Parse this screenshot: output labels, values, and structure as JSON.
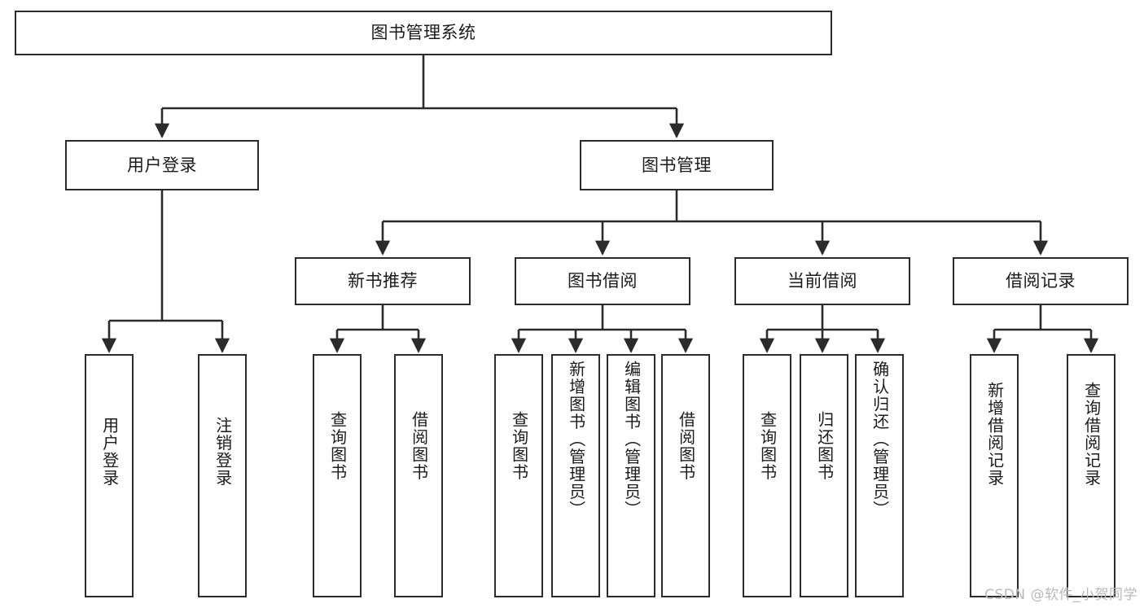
{
  "diagram": {
    "title": "图书管理系统",
    "type": "hierarchy-tree",
    "root": {
      "label": "图书管理系统"
    },
    "level2": [
      {
        "label": "用户登录"
      },
      {
        "label": "图书管理"
      }
    ],
    "level3": [
      {
        "label": "新书推荐"
      },
      {
        "label": "图书借阅"
      },
      {
        "label": "当前借阅"
      },
      {
        "label": "借阅记录"
      }
    ],
    "leaves": {
      "user_login": [
        {
          "label": "用户登录"
        },
        {
          "label": "注销登录"
        }
      ],
      "new_book_recommend": [
        {
          "label": "查询图书"
        },
        {
          "label": "借阅图书"
        }
      ],
      "book_borrow": [
        {
          "label": "查询图书"
        },
        {
          "label": "新增图书（管理员）"
        },
        {
          "label": "编辑图书（管理员）"
        },
        {
          "label": "借阅图书"
        }
      ],
      "current_borrow": [
        {
          "label": "查询图书"
        },
        {
          "label": "归还图书"
        },
        {
          "label": "确认归还（管理员）"
        }
      ],
      "borrow_record": [
        {
          "label": "新增借阅记录"
        },
        {
          "label": "查询借阅记录"
        }
      ]
    }
  },
  "watermark": {
    "text": "CSDN @软件_小贺同学"
  },
  "colors": {
    "border": "#2b2b2b",
    "text": "#1b1b1b",
    "background": "#ffffff",
    "watermark": "#b9b9b9"
  }
}
